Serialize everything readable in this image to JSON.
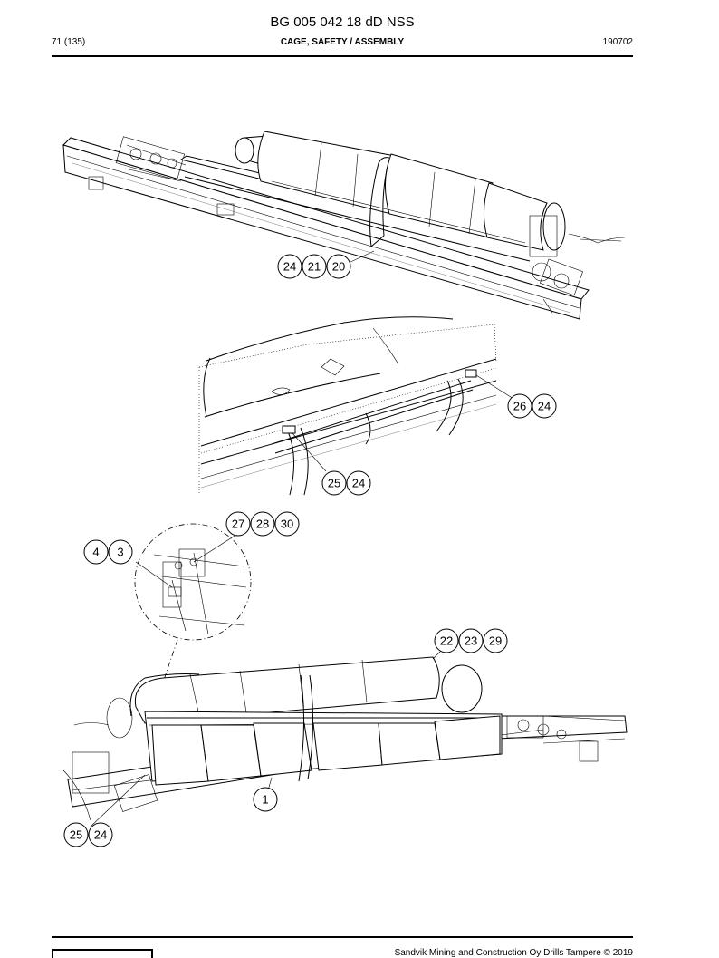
{
  "header": {
    "title": "BG 005 042 18 dD NSS",
    "page": "71 (135)",
    "section": "CAGE, SAFETY / ASSEMBLY",
    "date": "190702"
  },
  "callouts": {
    "top": [
      "24",
      "21",
      "20"
    ],
    "mid_right": [
      "26",
      "24"
    ],
    "mid_bottom": [
      "25",
      "24"
    ],
    "detail_top": [
      "27",
      "28",
      "30"
    ],
    "detail_left": [
      "4",
      "3"
    ],
    "lower_right": [
      "22",
      "23",
      "29"
    ],
    "lower_item": [
      "1"
    ],
    "lower_left": [
      "25",
      "24"
    ]
  },
  "footer": {
    "copyright": "Sandvik Mining and Construction Oy Drills Tampere © 2019"
  }
}
